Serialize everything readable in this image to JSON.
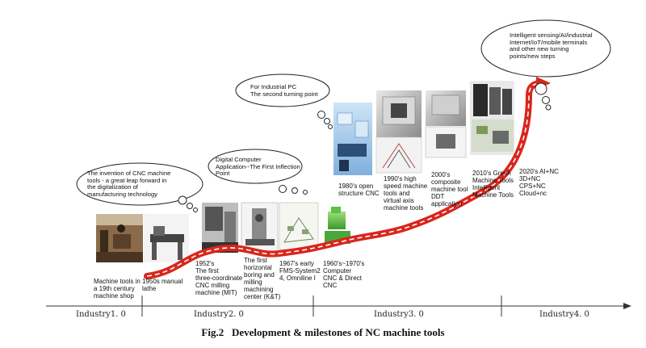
{
  "caption": "Fig.2   Development & milestones of NC machine tools",
  "bubbles": {
    "b1": "The invention of CNC machine\ntools - a great leap forward in\nthe digitalization of\nmanufacturing technology",
    "b2": "Digital Computer\nApplication--The First Inflection\nPoint",
    "b3": "For Industrial PC\nThe second turning point",
    "b4": "Intelligent sensing/AI/industrial\nInternet/IoT/mobile terminals\nand other new turning\npoints/new steps"
  },
  "milestones": {
    "m1": "Machine tools in\na 19th century\nmachine shop",
    "m2": "1950s manual\nlathe",
    "m3": "1952's\nThe first\nthree-coordinate\nCNC milling\nmachine (MIT)",
    "m4": "The first\nhorizontal\nboring and\nmilling\nmachining\ncenter (K&T)",
    "m5": "1967's early\nFMS-System2\n4, Omniline I",
    "m6": "1960's~1970's\nComputer\nCNC & Direct\nCNC",
    "m7": "1980's open\nstructure CNC",
    "m8": "1990's high\nspeed machine\ntools and\nvirtual axis\nmachine tools",
    "m9": "2000's\ncomposite\nmachine tool\nDDT\napplication",
    "m10": "2010's Green\nMachine Tools\nIntelligent\nMachine Tools",
    "m11": "2020's AI+NC\n3D+NC\nCPS+NC\nCloud+nc"
  },
  "eras": {
    "e1": "Industry1. 0",
    "e2": "Industry2. 0",
    "e3": "Industry3. 0",
    "e4": "Industry4. 0"
  },
  "colors": {
    "path_fill": "#d9261c",
    "path_stroke": "#ffffff",
    "timeline": "#333333"
  }
}
